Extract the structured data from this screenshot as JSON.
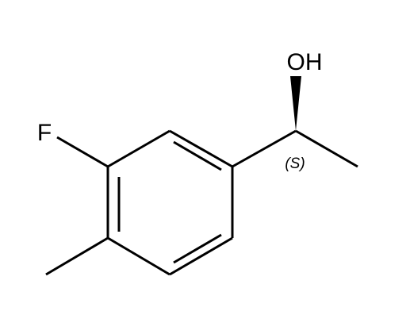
{
  "molecule": {
    "atoms": {
      "fluorine": "F",
      "hydroxyl": "OH"
    },
    "stereo_descriptor": "(S)"
  },
  "colors": {
    "bond": "#000000",
    "text": "#000000",
    "background": "#ffffff"
  }
}
